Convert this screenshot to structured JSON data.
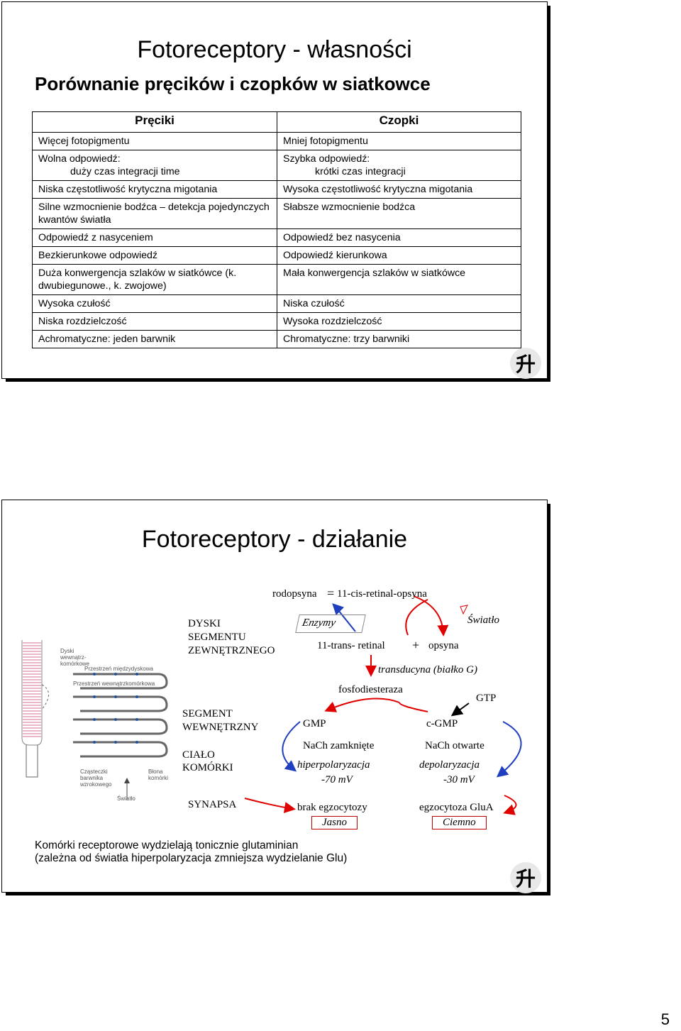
{
  "slide1": {
    "title": "Fotoreceptory - własności",
    "subtitle": "Porównanie pręcików i czopków w siatkowce",
    "col_rods": "Pręciki",
    "col_cones": "Czopki",
    "rows": [
      {
        "rod": "Więcej fotopigmentu",
        "cone": "Mniej fotopigmentu"
      },
      {
        "rod": "Wolna odpowiedź:",
        "rod2": "duży czas integracji time",
        "cone": "Szybka odpowiedź:",
        "cone2": "krótki czas integracji"
      },
      {
        "rod": "Niska częstotliwość krytyczna migotania",
        "cone": "Wysoka częstotliwość krytyczna migotania"
      },
      {
        "rod": "Silne wzmocnienie bodźca – detekcja pojedynczych kwantów światła",
        "cone": "Słabsze wzmocnienie bodźca"
      },
      {
        "rod": "Odpowiedź z nasyceniem",
        "cone": "Odpowiedź bez nasycenia"
      },
      {
        "rod": "Bezkierunkowe odpowiedź",
        "cone": "Odpowiedź kierunkowa"
      },
      {
        "rod": "Duża konwergencja szlaków w siatkówce (k. dwubiegunowe., k. zwojowe)",
        "cone": "Mała konwergencja szlaków w siatkówce"
      },
      {
        "rod": "Wysoka czułość",
        "cone": "Niska czułość"
      },
      {
        "rod": "Niska rozdzielczość",
        "cone": "Wysoka rozdzielczość"
      },
      {
        "rod": "Achromatyczne: jeden barwnik",
        "cone": "Chromatyczne: trzy barwniki"
      }
    ],
    "logo_glyph": "升"
  },
  "slide2": {
    "title": "Fotoreceptory - działanie",
    "fig_labels": {
      "dyski": "Dyski wewnątrz-komórkowe",
      "przestrzen_miedzy": "Przestrzeń międzydyskowa",
      "przestrzen_wewnatrz": "Przestrzeń wewnątrzkomórkowa",
      "czasteczki": "Cząsteczki barwnika wzrokowego",
      "blona": "Błona komórki",
      "swiatlo": "Światło"
    },
    "segments": {
      "dyski": "DYSKI",
      "segmentu": "SEGMENTU",
      "zewnetrznego": "ZEWNĘTRZNEGO",
      "segment": "SEGMENT",
      "wewnetrzny": "WEWNĘTRZNY",
      "cialo": "CIAŁO",
      "komorki": "KOMÓRKI",
      "synapsa": "SYNAPSA"
    },
    "pathway": {
      "rodopsyna": "rodopsyna",
      "equals": "=",
      "cis": "11-cis-retinal-opsyna",
      "enzymy": "Enzymy",
      "swiatlo": "Światło",
      "trans": "11-trans- retinal",
      "plus": "+",
      "opsyna": "opsyna",
      "transducyna": "transducyna (białko G)",
      "fosfodiesteraza": "fosfodiesteraza",
      "gtp": "GTP",
      "gmp": "GMP",
      "cgmp": "c-GMP",
      "nach_zamkniete": "NaCh zamknięte",
      "nach_otwarte": "NaCh otwarte",
      "hiperpolaryzacja": "hiperpolaryzacja",
      "depolaryzacja": "depolaryzacja",
      "mv70": "-70 mV",
      "mv30": "-30 mV",
      "brak": "brak egzocytozy",
      "egzocytoza": "egzocytoza GluA",
      "jasno": "Jasno",
      "ciemno": "Ciemno"
    },
    "note1": "Komórki receptorowe wydzielają tonicznie glutaminian",
    "note2": "(zależna od światła hiperpolaryzacja zmniejsza wydzielanie Glu)",
    "logo_glyph": "升"
  },
  "page_number": "5",
  "colors": {
    "red": "#e00000",
    "blue": "#1f3fbf",
    "border": "#000000"
  }
}
